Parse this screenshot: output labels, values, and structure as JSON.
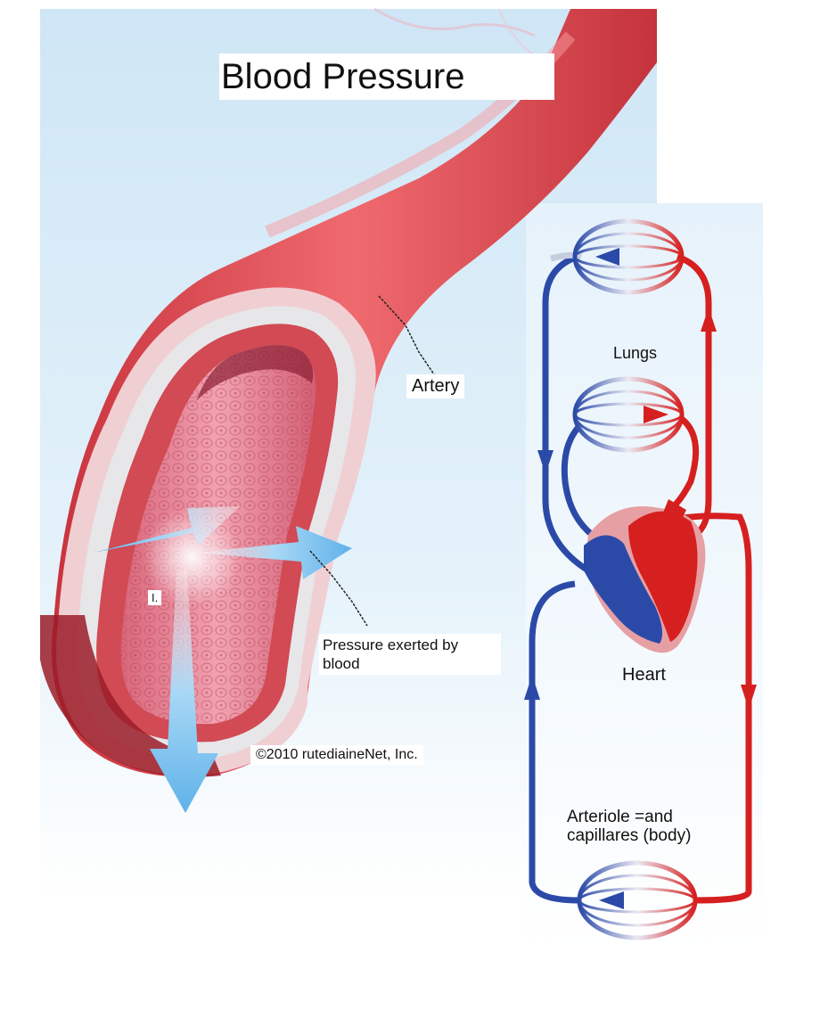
{
  "title": "Blood Pressure",
  "labels": {
    "artery": "Artery",
    "lungs": "Lungs",
    "pressure_line1": "Pressure exerted by",
    "pressure_line2": "blood",
    "heart": "Heart",
    "arteriole_line1": "Arteriole =and",
    "arteriole_line2": "capillares (body)",
    "copyright": "©2010 rutediaineNet, Inc.",
    "inner_mark": "I."
  },
  "colors": {
    "sky": "#d7ebf8",
    "artery_red": "#e2535a",
    "artery_dark": "#b82a35",
    "vessel_pink": "#ec8a9a",
    "arrow_blue": "#7ec3ef",
    "oxygenated": "#d61f1f",
    "deoxygenated": "#2b4aa8"
  }
}
